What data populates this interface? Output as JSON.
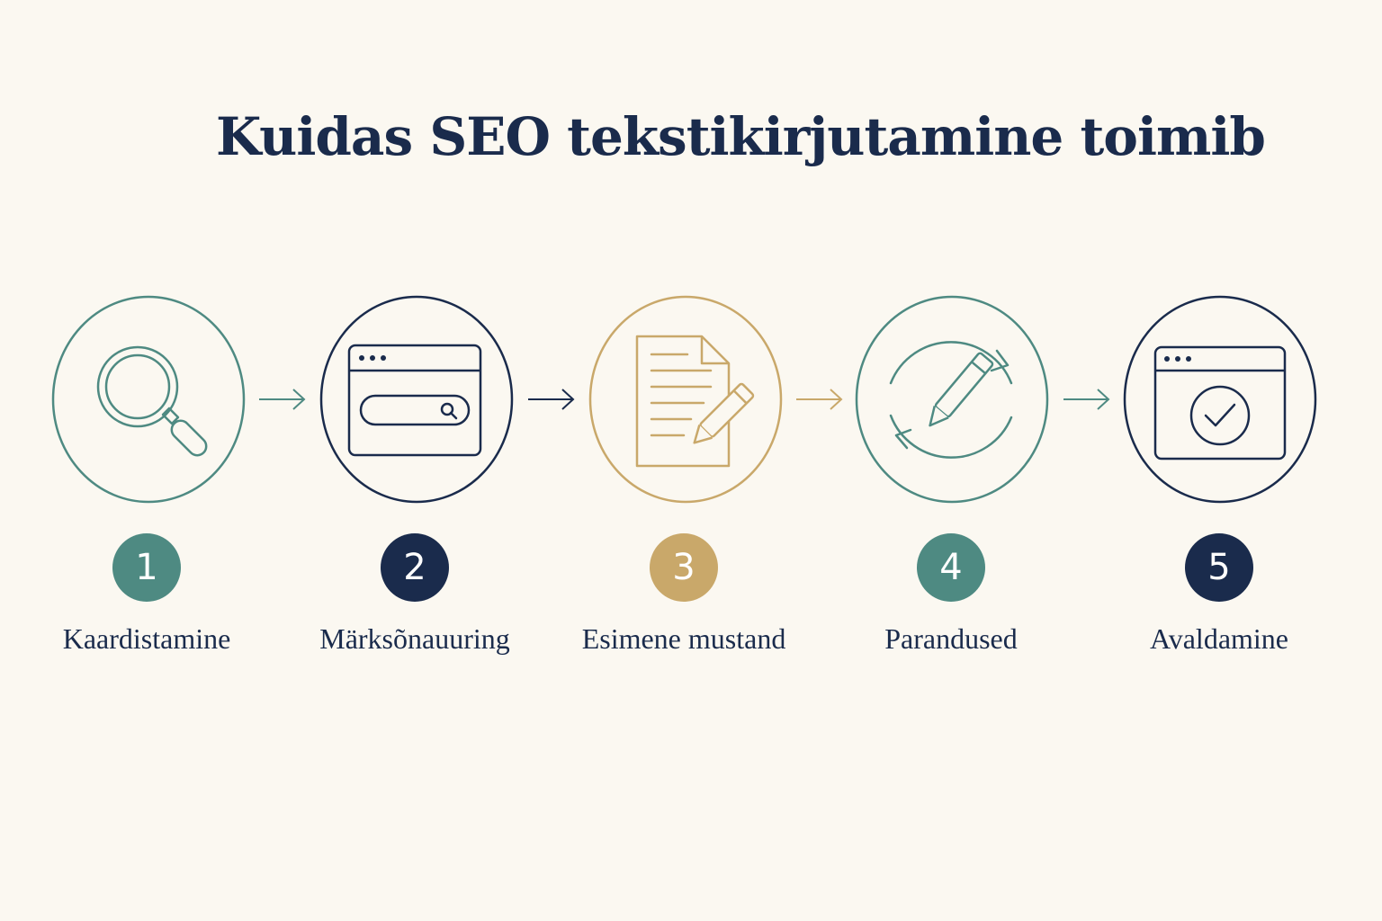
{
  "title": "Kuidas SEO tekstikirjutamine toimib",
  "colors": {
    "background": "#fbf8f1",
    "navy": "#1a2b4c",
    "teal": "#4e8a82",
    "gold": "#c9a86a"
  },
  "steps": [
    {
      "number": "1",
      "label": "Kaardistamine",
      "icon": "magnifier-icon",
      "color": "#4e8a82"
    },
    {
      "number": "2",
      "label": "Märksõnauuring",
      "icon": "browser-search-icon",
      "color": "#1a2b4c"
    },
    {
      "number": "3",
      "label": "Esimene mustand",
      "icon": "document-pencil-icon",
      "color": "#c9a86a"
    },
    {
      "number": "4",
      "label": "Parandused",
      "icon": "refresh-pencil-icon",
      "color": "#4e8a82"
    },
    {
      "number": "5",
      "label": "Avaldamine",
      "icon": "browser-check-icon",
      "color": "#1a2b4c"
    }
  ]
}
